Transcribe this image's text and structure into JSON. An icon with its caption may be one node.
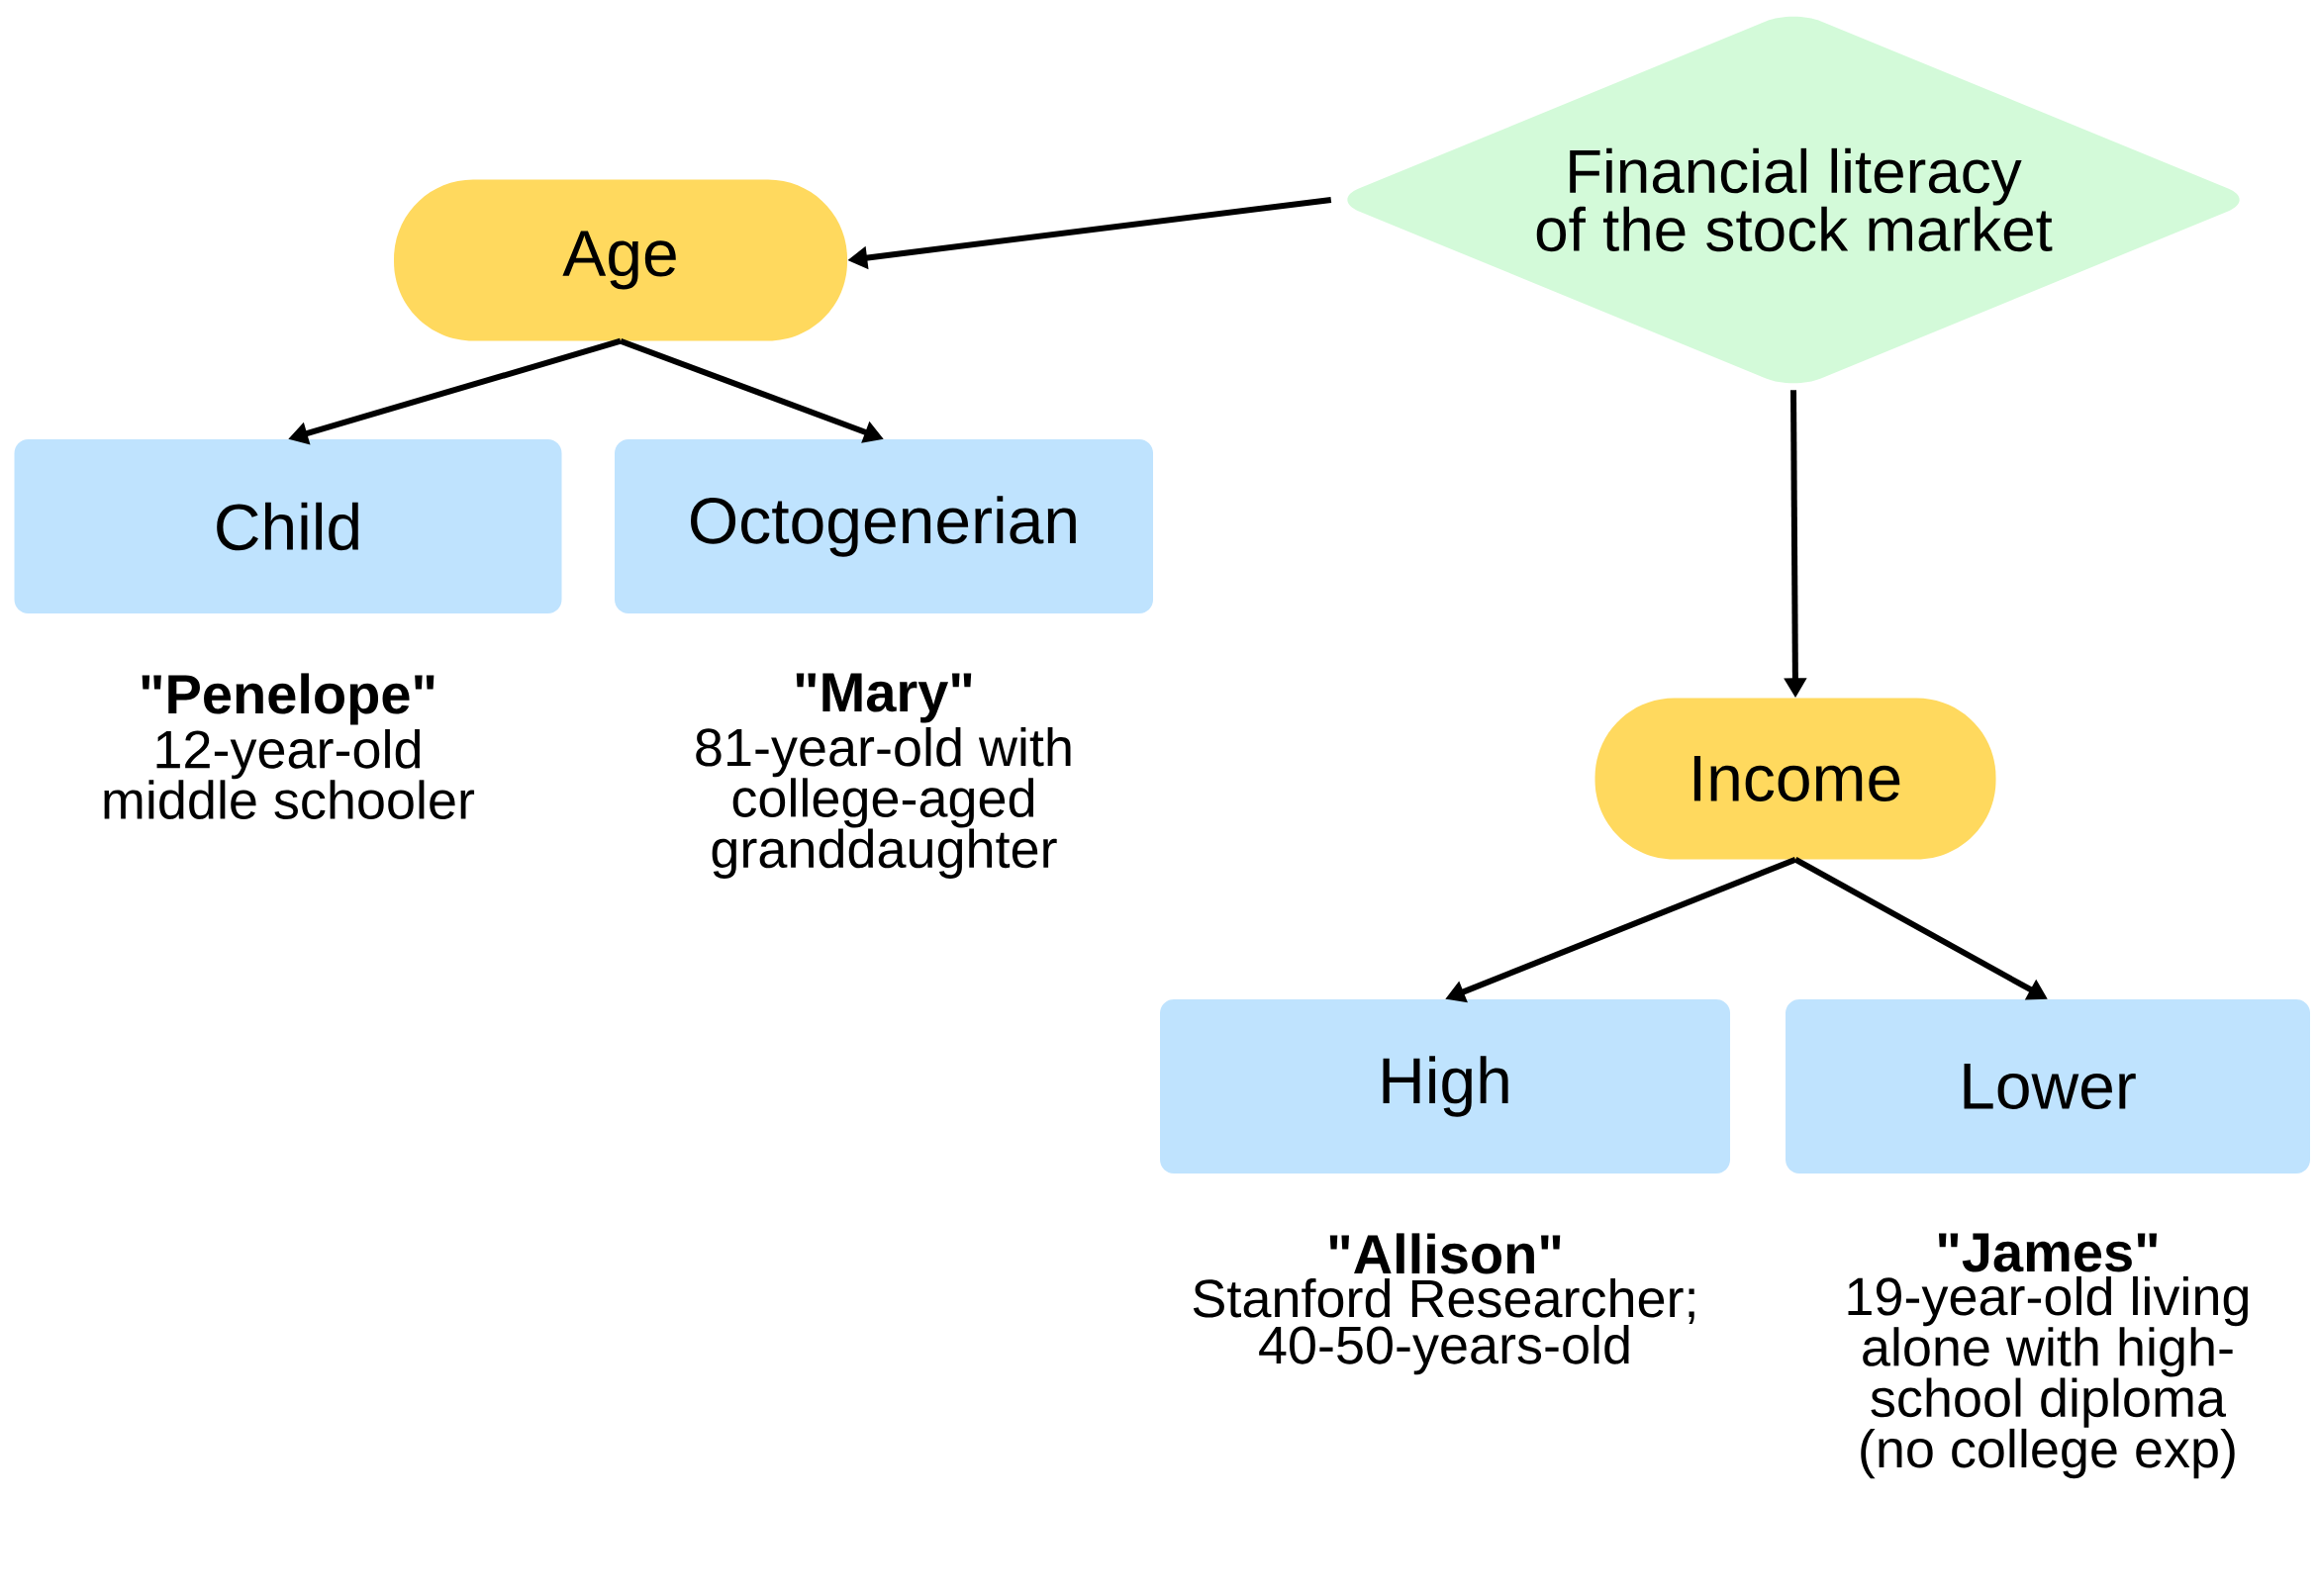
{
  "diagram": {
    "nodes": [
      {
        "text": [
          "Financial literacy of the stock market"
        ]
      },
      {
        "text": [
          "Age"
        ]
      },
      {
        "text": [
          "Child"
        ],
        "beside": [
          "\"Penelope\"",
          "12-year-old middle schooler"
        ]
      },
      {
        "text": [
          "Octogenerian"
        ],
        "beside": [
          "\"Mary\"",
          "81-year-old with college-aged granddaughter"
        ]
      },
      {
        "text": [
          "Income"
        ]
      },
      {
        "text": [
          "High"
        ],
        "beside": [
          "\"Allison\"",
          "Stanford Researcher; 40-50-years-old"
        ]
      },
      {
        "text": [
          "Lower"
        ],
        "beside": [
          "\"James\"",
          "19-year-old living alone with high-school diploma (no college exp)"
        ]
      }
    ],
    "edges": [
      {
        "from": 0,
        "to": 1,
        "arrow": "to"
      },
      {
        "from": 1,
        "to": 2,
        "arrow": "to"
      },
      {
        "from": 1,
        "to": 3,
        "arrow": "to"
      },
      {
        "from": 0,
        "to": 4,
        "arrow": "to"
      },
      {
        "from": 4,
        "to": 5,
        "arrow": "to"
      },
      {
        "from": 4,
        "to": 6,
        "arrow": "to"
      }
    ]
  }
}
